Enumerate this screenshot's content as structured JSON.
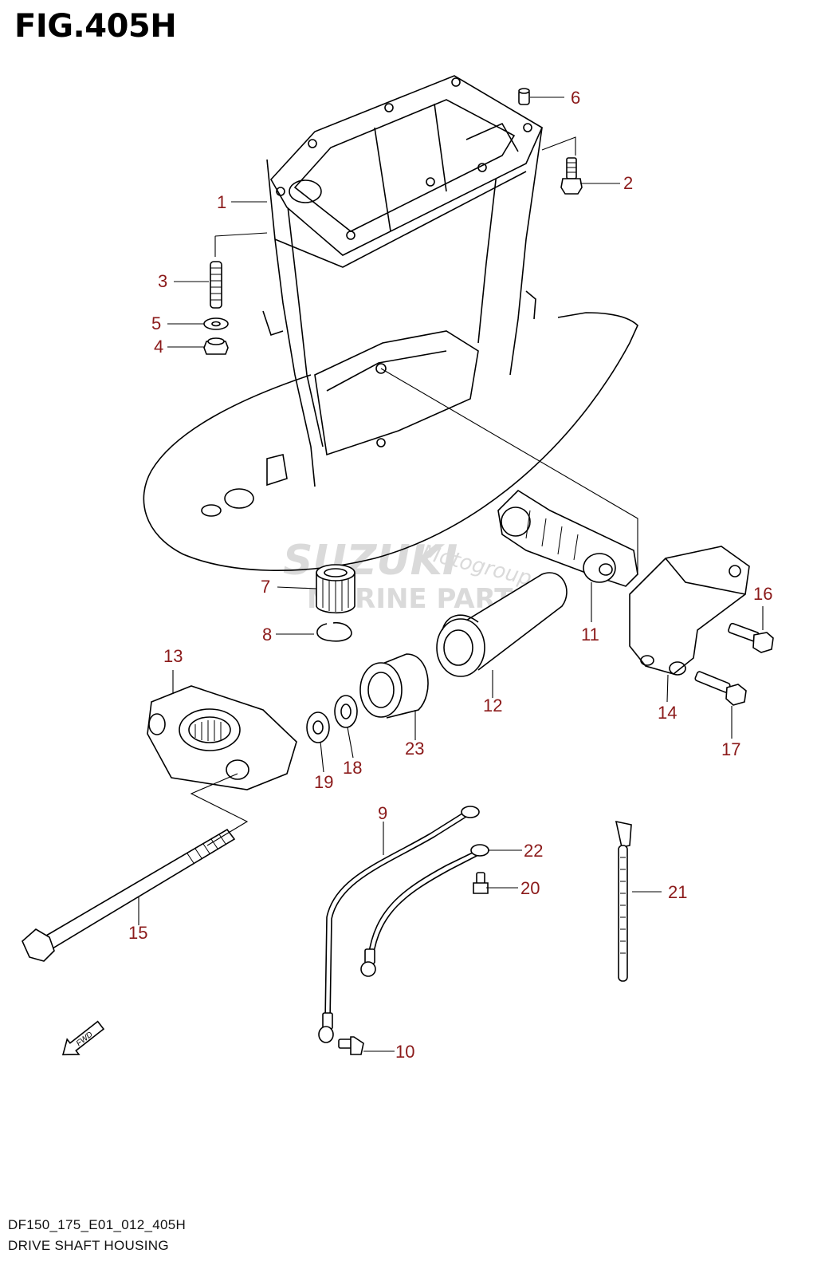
{
  "figure": {
    "title": "FIG.405H",
    "code": "DF150_175_E01_012_405H",
    "name": "DRIVE SHAFT HOUSING"
  },
  "watermark": {
    "brand": "SUZUKI",
    "line": "MARINE PARTS",
    "script": "Motogroup"
  },
  "fwd_label": "FWD",
  "callouts": {
    "c1": "1",
    "c2": "2",
    "c3": "3",
    "c4": "4",
    "c5": "5",
    "c6": "6",
    "c7": "7",
    "c8": "8",
    "c9": "9",
    "c10": "10",
    "c11": "11",
    "c12": "12",
    "c13": "13",
    "c14": "14",
    "c15": "15",
    "c16": "16",
    "c17": "17",
    "c18": "18",
    "c19": "19",
    "c20": "20",
    "c21": "21",
    "c22": "22",
    "c23": "23"
  },
  "colors": {
    "callout": "#8b1a1a",
    "line": "#000000",
    "watermark": "#d6d6d6"
  }
}
